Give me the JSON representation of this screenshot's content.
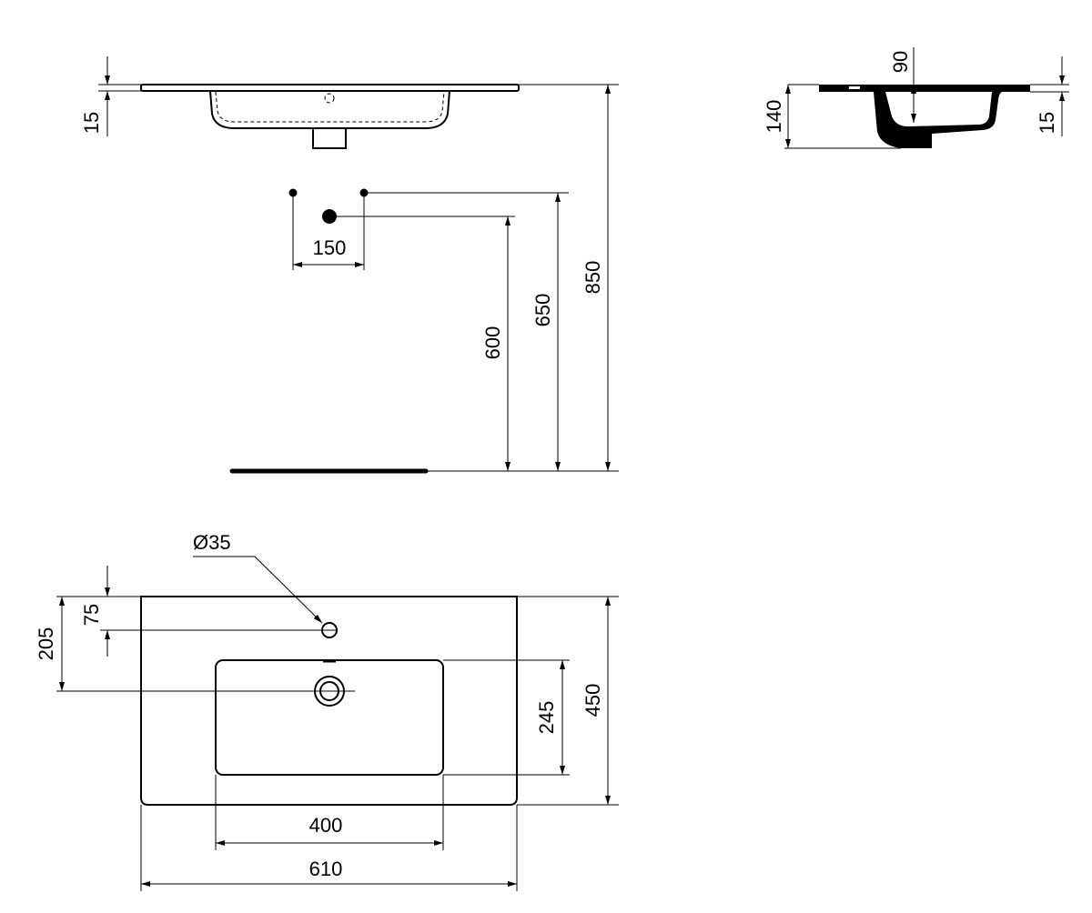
{
  "front_view": {
    "dim_top_thickness": "15",
    "dim_tap_spacing": "150",
    "dim_waste_height": "600",
    "dim_tap_height": "650",
    "dim_rim_height": "850"
  },
  "side_view": {
    "dim_total_depth": "140",
    "dim_bowl_depth": "90",
    "dim_rim_thickness": "15"
  },
  "plan_view": {
    "dim_tap_hole_diameter": "Ø35",
    "dim_tap_hole_offset": "75",
    "dim_waste_offset": "205",
    "dim_bowl_depth": "245",
    "dim_overall_depth": "450",
    "dim_bowl_width": "400",
    "dim_overall_width": "610"
  },
  "colors": {
    "line": "#000000",
    "background": "#ffffff"
  }
}
